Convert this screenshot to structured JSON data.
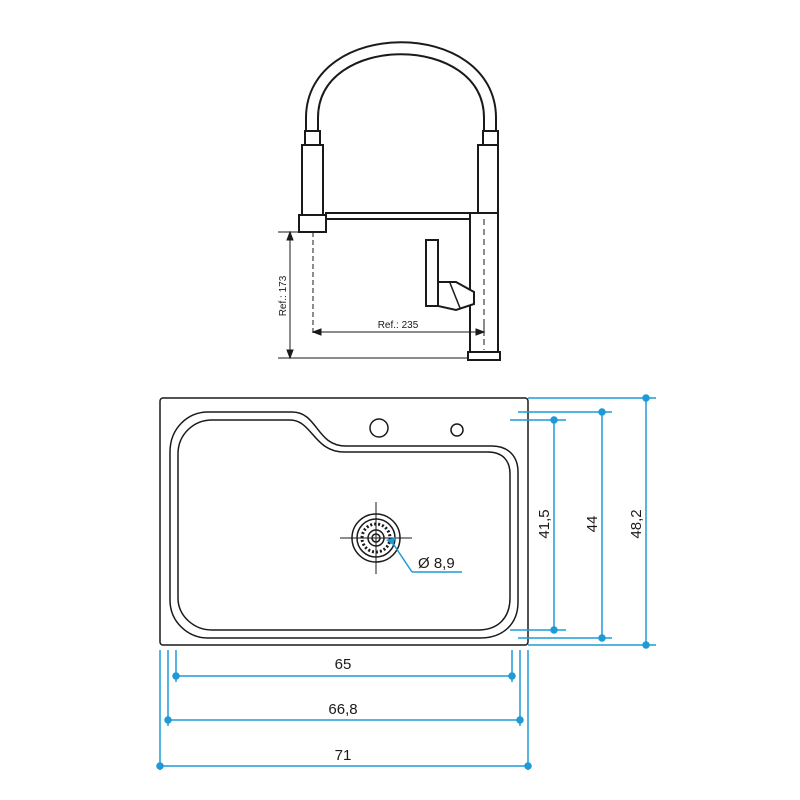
{
  "faucet": {
    "height_ref": "Ref.: 173",
    "reach_ref": "Ref.: 235"
  },
  "sink": {
    "drain_diameter": "Ø 8,9",
    "depth_inner": "41,5",
    "depth_bowl": "44",
    "depth_total": "48,2",
    "width_inner": "65",
    "width_bowl": "66,8",
    "width_total": "71"
  },
  "colors": {
    "line": "#1a1a1a",
    "dimension": "#1e9bd7",
    "hose": "#ffffff"
  }
}
